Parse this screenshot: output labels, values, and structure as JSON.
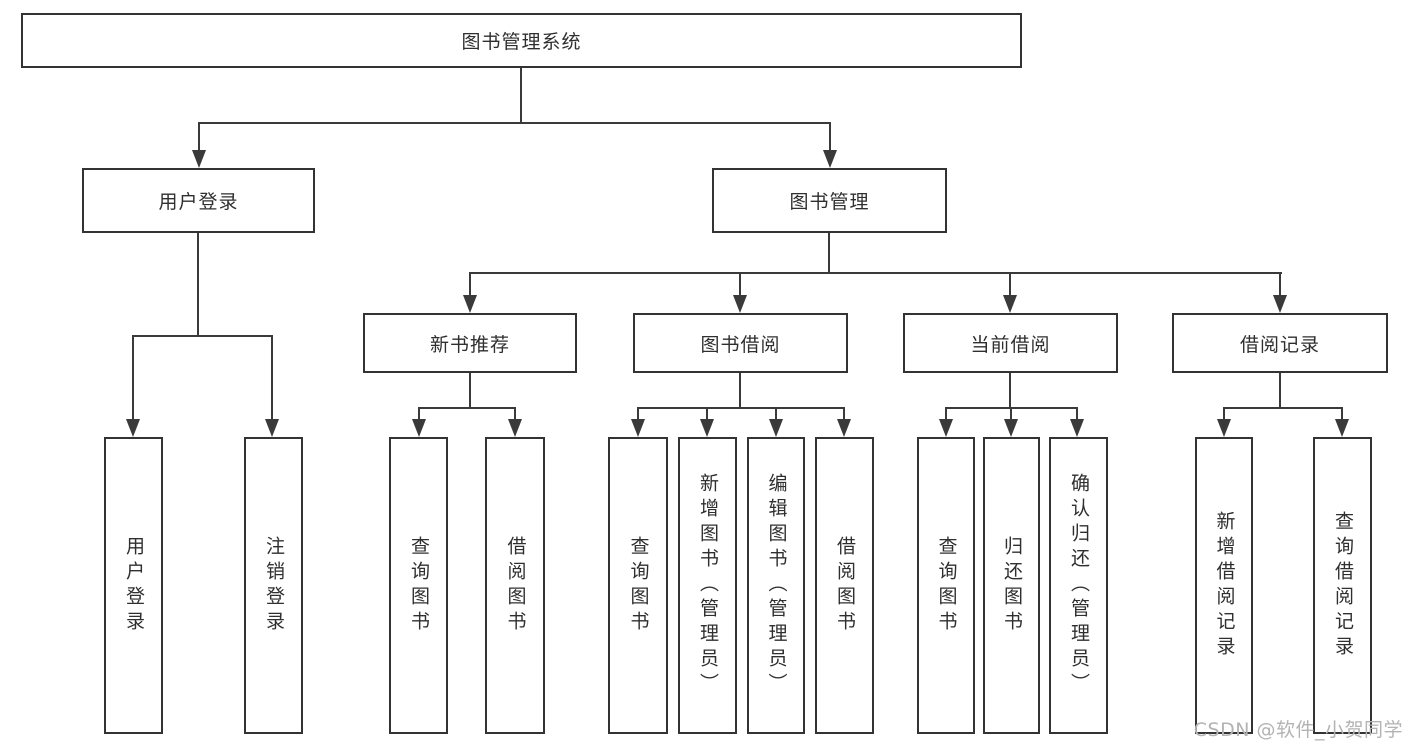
{
  "diagram": {
    "root": {
      "label": "图书管理系统"
    },
    "branches": [
      {
        "label": "用户登录",
        "children": [
          {
            "label": "用户登录"
          },
          {
            "label": "注销登录"
          }
        ]
      },
      {
        "label": "图书管理",
        "children": [
          {
            "label": "新书推荐",
            "children": [
              {
                "label": "查询图书"
              },
              {
                "label": "借阅图书"
              }
            ]
          },
          {
            "label": "图书借阅",
            "children": [
              {
                "label": "查询图书"
              },
              {
                "label": "新增图书（管理员）"
              },
              {
                "label": "编辑图书（管理员）"
              },
              {
                "label": "借阅图书"
              }
            ]
          },
          {
            "label": "当前借阅",
            "children": [
              {
                "label": "查询图书"
              },
              {
                "label": "归还图书"
              },
              {
                "label": "确认归还（管理员）"
              }
            ]
          },
          {
            "label": "借阅记录",
            "children": [
              {
                "label": "新增借阅记录"
              },
              {
                "label": "查询借阅记录"
              }
            ]
          }
        ]
      }
    ]
  },
  "watermark": {
    "text": "CSDN @软件_小贺同学"
  },
  "colors": {
    "line": "#3a3a3a",
    "box_border": "#333333",
    "text": "#2f2f2f",
    "background": "#ffffff",
    "watermark": "#b3b3b3"
  }
}
